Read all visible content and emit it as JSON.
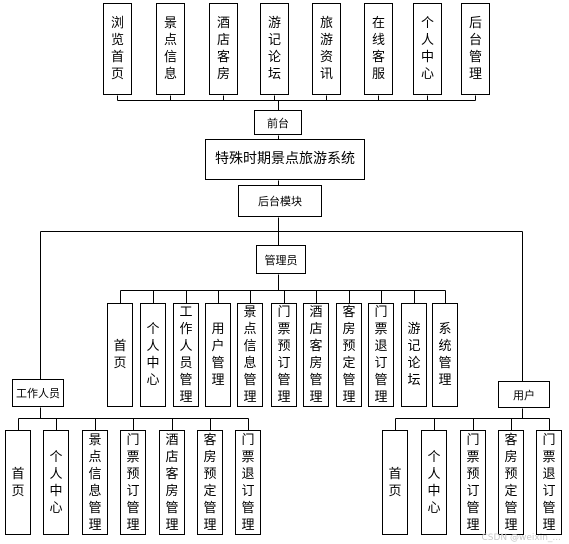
{
  "frontend": {
    "hub": "前台",
    "modules": [
      "浏览首页",
      "景点信息",
      "酒店客房",
      "游记论坛",
      "旅游资讯",
      "在线客服",
      "个人中心",
      "后台管理"
    ]
  },
  "system": {
    "title": "特殊时期景点旅游系统"
  },
  "backend": {
    "hub": "后台模块"
  },
  "admin": {
    "label": "管理员",
    "modules": [
      "首页",
      "个人中心",
      "工作人员管理",
      "用户管理",
      "景点信息管理",
      "门票预订管理",
      "酒店客房管理",
      "客房预定管理",
      "门票退订管理",
      "游记论坛",
      "系统管理"
    ]
  },
  "staff": {
    "label": "工作人员",
    "modules": [
      "首页",
      "个人中心",
      "景点信息管理",
      "门票预订管理",
      "酒店客房管理",
      "客房预定管理",
      "门票退订管理"
    ]
  },
  "user": {
    "label": "用户",
    "modules": [
      "首页",
      "个人中心",
      "门票预订管理",
      "客房预定管理",
      "门票退订管理"
    ]
  },
  "watermark": "CSDN @weixin_..."
}
